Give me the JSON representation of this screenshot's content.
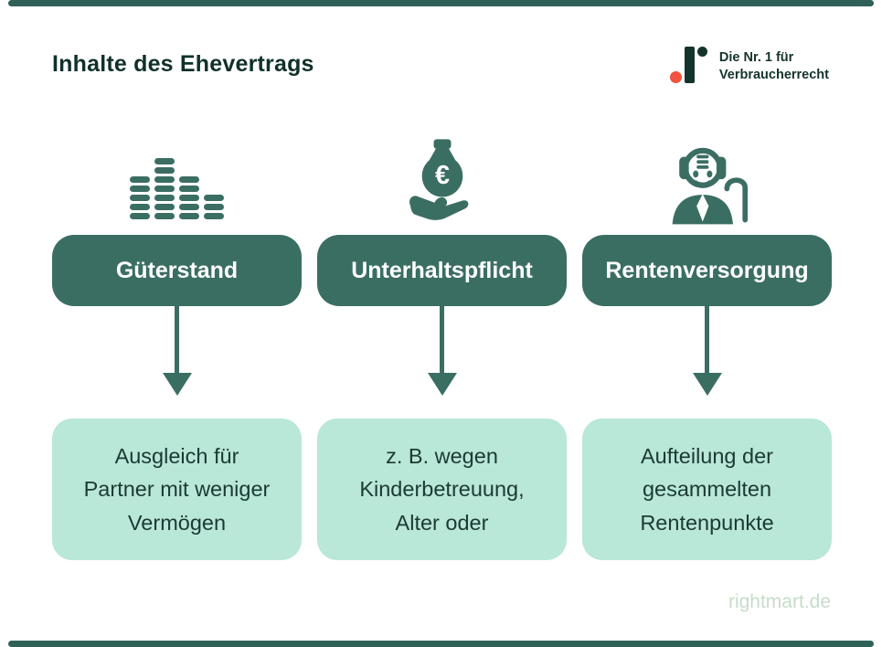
{
  "header": {
    "title": "Inhalte des Ehevertrags",
    "logo": {
      "line1": "Die Nr. 1 für",
      "line2": "Verbraucherrecht"
    }
  },
  "columns": [
    {
      "icon": "equalizer-bars-icon",
      "label": "Güterstand",
      "description": [
        "Ausgleich für",
        "Partner mit weniger",
        "Vermögen"
      ]
    },
    {
      "icon": "money-bag-hand-icon",
      "label": "Unterhaltspflicht",
      "description": [
        "z. B. wegen",
        "Kinderbetreuung,",
        "Alter oder"
      ]
    },
    {
      "icon": "elderly-man-cane-icon",
      "label": "Rentenversorgung",
      "description": [
        "Aufteilung der",
        "gesammelten",
        "Rentenpunkte"
      ]
    }
  ],
  "icons": {
    "euro_symbol": "€"
  },
  "footer": {
    "watermark": "rightmart.de"
  },
  "colors": {
    "teal": "#3B6E63",
    "dark_text": "#14332C",
    "mint": "#B9E7D8",
    "accent_red": "#F2523E",
    "watermark_green": "#C6DCC7"
  }
}
